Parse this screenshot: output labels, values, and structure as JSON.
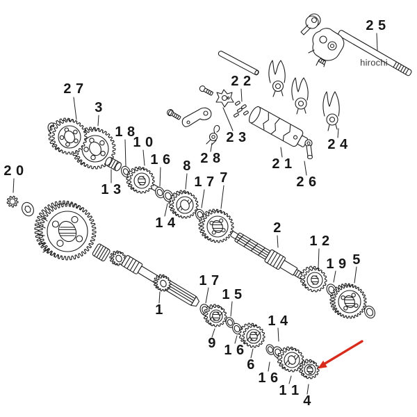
{
  "page": {
    "background": "#ffffff"
  },
  "watermark": {
    "text": "hirochi",
    "color": "#3a3a3a"
  },
  "annotations": {
    "arrow_color": "#d92b1b",
    "line_color": "#1c1c1c"
  },
  "labels": [
    {
      "part": "27",
      "text": "2 7"
    },
    {
      "part": "3",
      "text": "3"
    },
    {
      "part": "18",
      "text": "1 8"
    },
    {
      "part": "10",
      "text": "1 0"
    },
    {
      "part": "16",
      "text": "1 6"
    },
    {
      "part": "8",
      "text": "8"
    },
    {
      "part": "28",
      "text": "2 8"
    },
    {
      "part": "17",
      "text": "1 7"
    },
    {
      "part": "7",
      "text": "7"
    },
    {
      "part": "22",
      "text": "2 2"
    },
    {
      "part": "23",
      "text": "2 3"
    },
    {
      "part": "21",
      "text": "2 1"
    },
    {
      "part": "26",
      "text": "2 6"
    },
    {
      "part": "24",
      "text": "2 4"
    },
    {
      "part": "25",
      "text": "2 5"
    },
    {
      "part": "20",
      "text": "2 0"
    },
    {
      "part": "13",
      "text": "1 3"
    },
    {
      "part": "14",
      "text": "1 4"
    },
    {
      "part": "2",
      "text": "2"
    },
    {
      "part": "12",
      "text": "1 2"
    },
    {
      "part": "19",
      "text": "1 9"
    },
    {
      "part": "5",
      "text": "5"
    },
    {
      "part": "1",
      "text": "1"
    },
    {
      "part": "17",
      "text": "1 7"
    },
    {
      "part": "15",
      "text": "1 5"
    },
    {
      "part": "9",
      "text": "9"
    },
    {
      "part": "16",
      "text": "1 6"
    },
    {
      "part": "6",
      "text": "6"
    },
    {
      "part": "14",
      "text": "1 4"
    },
    {
      "part": "16",
      "text": "1 6"
    },
    {
      "part": "11",
      "text": "1 1"
    },
    {
      "part": "4",
      "text": "4"
    }
  ]
}
